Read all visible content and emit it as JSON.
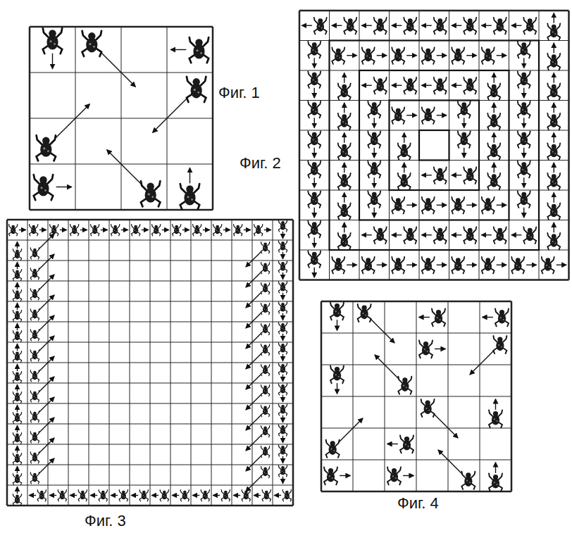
{
  "diagram": {
    "labels": [
      "Фиг. 1",
      "Фиг. 2",
      "Фиг. 3",
      "Фиг. 4"
    ]
  }
}
